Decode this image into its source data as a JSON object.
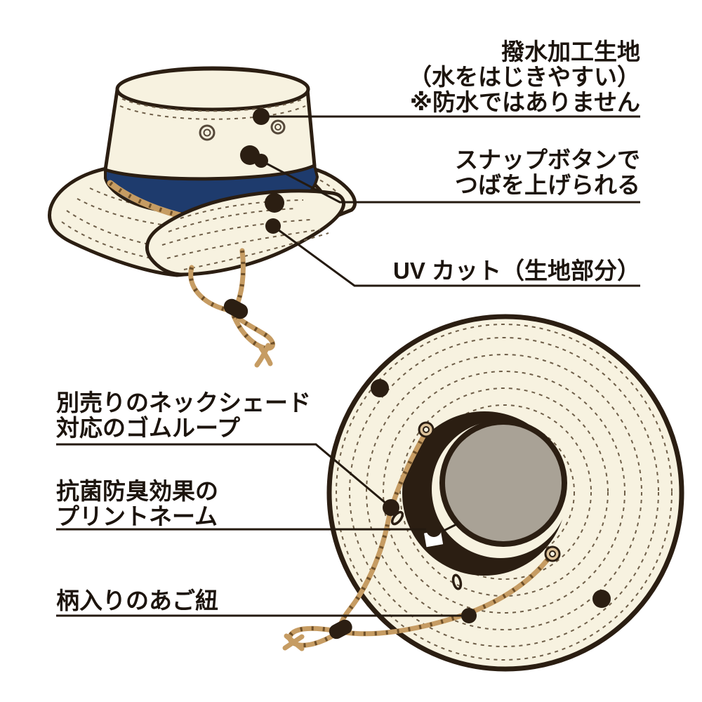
{
  "page": {
    "background": "#ffffff"
  },
  "colors": {
    "cream": "#f7f2e0",
    "navy": "#1e3b6d",
    "outline": "#2b1e12",
    "rope": "#c69c63",
    "ropeDash": "#6e4f28",
    "grayTop": "#a9a296",
    "stitch": "#6f5f49",
    "tagWhite": "#ffffff",
    "eyeletBrass": "#dcc29a",
    "ventRing": "#55483a",
    "line": "#241a10",
    "text": "#1c140d"
  },
  "diagram": {
    "subject": "hat feature annotation diagram (side view and bottom view)",
    "callouts": [
      {
        "id": "water-repellent-fabric",
        "lines": [
          "撥水加工生地",
          "（水をはじきやすい）",
          "※防水ではありません"
        ]
      },
      {
        "id": "snap-button-brim",
        "lines": [
          "スナップボタンで",
          "つばを上げられる"
        ]
      },
      {
        "id": "uv-cut",
        "lines": [
          "UV カット（生地部分）"
        ]
      },
      {
        "id": "neck-shade-elastic-loop",
        "lines": [
          "別売りのネックシェード",
          "対応のゴムループ"
        ]
      },
      {
        "id": "antibacterial-print-name",
        "lines": [
          "抗菌防臭効果の",
          "プリントネーム"
        ]
      },
      {
        "id": "patterned-chin-strap",
        "lines": [
          "柄入りのあご紐"
        ]
      }
    ]
  }
}
